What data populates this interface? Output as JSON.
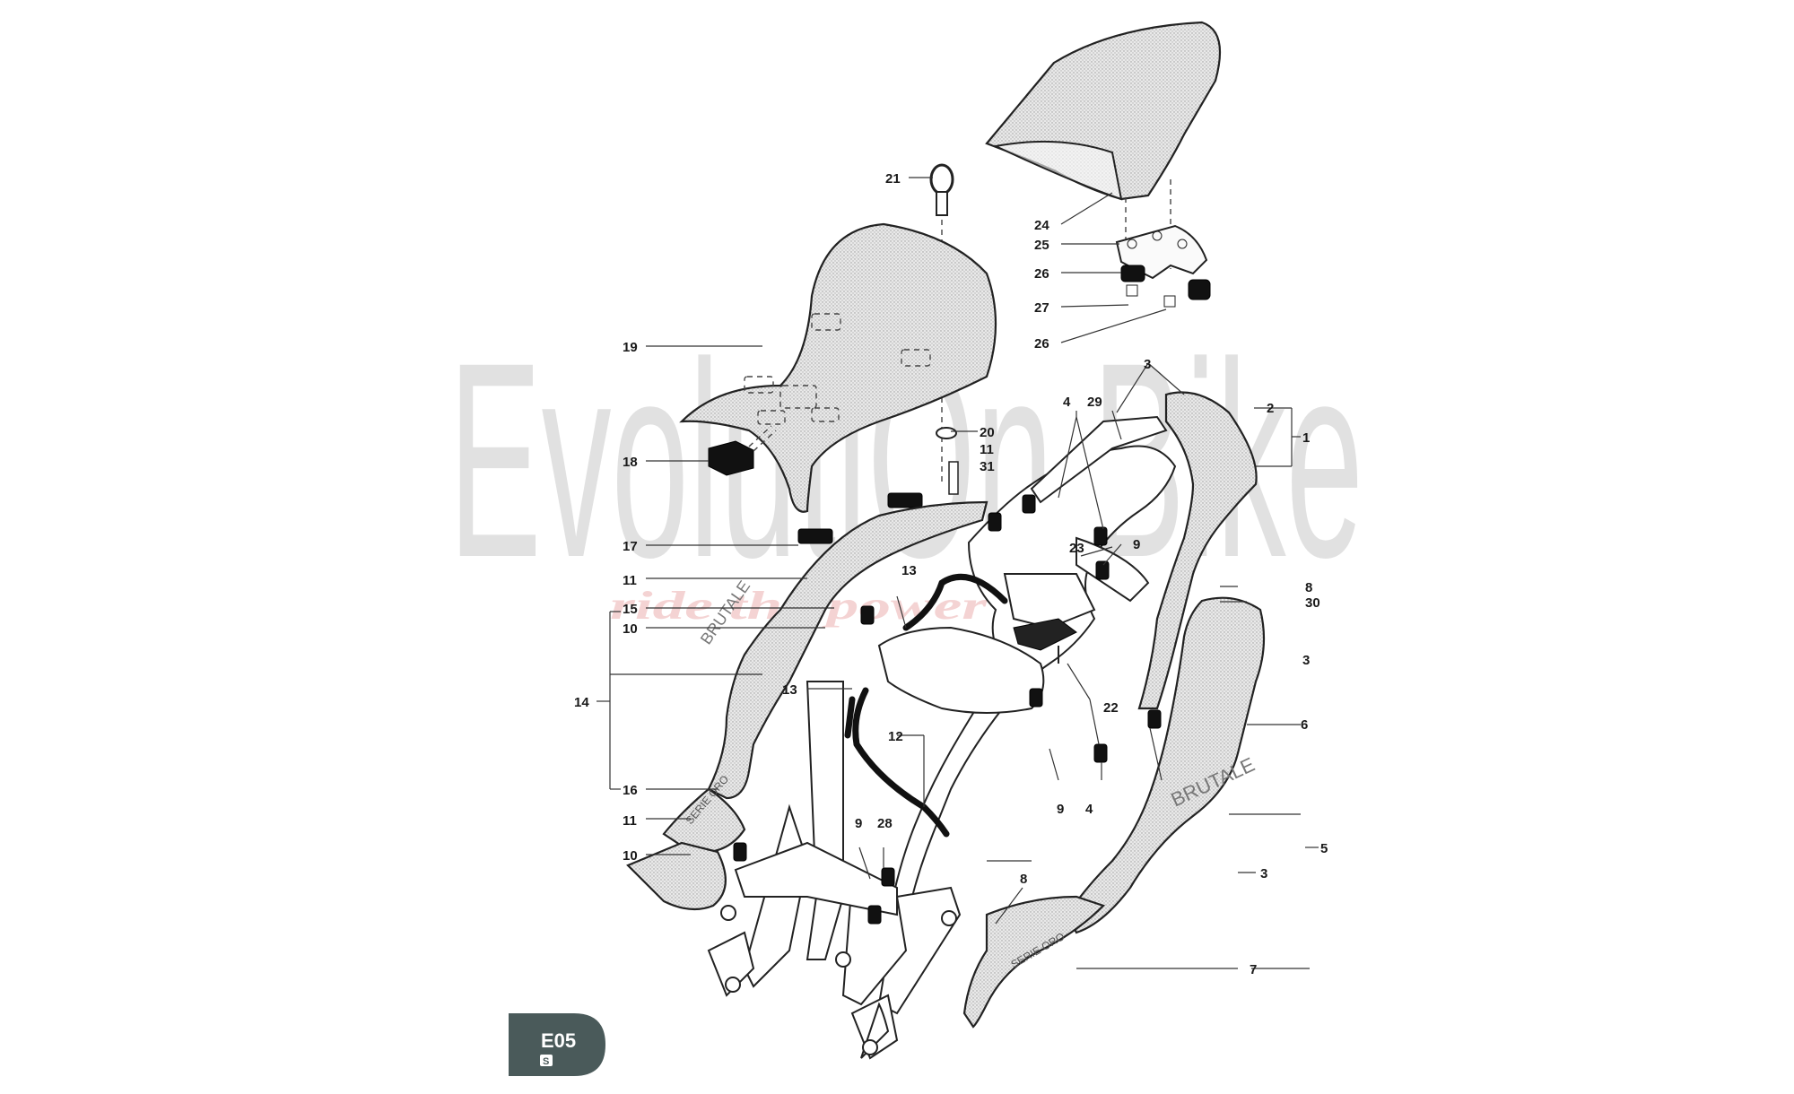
{
  "watermark": {
    "brand": "EvolutiOn Bike",
    "tagline": "ride the power"
  },
  "badge": {
    "code": "E05",
    "sub": "S",
    "color": "#4a5a5a"
  },
  "decals": {
    "brand_script": "BRUTALE",
    "series_text": "SERIE ORO"
  },
  "callouts": [
    {
      "id": "c1",
      "text": "1"
    },
    {
      "id": "c2",
      "text": "2"
    },
    {
      "id": "c3a",
      "text": "3"
    },
    {
      "id": "c3b",
      "text": "3"
    },
    {
      "id": "c3c",
      "text": "3"
    },
    {
      "id": "c4a",
      "text": "4"
    },
    {
      "id": "c4b",
      "text": "4"
    },
    {
      "id": "c5",
      "text": "5"
    },
    {
      "id": "c6",
      "text": "6"
    },
    {
      "id": "c7",
      "text": "7"
    },
    {
      "id": "c8a",
      "text": "8"
    },
    {
      "id": "c8b",
      "text": "8"
    },
    {
      "id": "c9a",
      "text": "9"
    },
    {
      "id": "c9b",
      "text": "9"
    },
    {
      "id": "c9c",
      "text": "9"
    },
    {
      "id": "c10a",
      "text": "10"
    },
    {
      "id": "c10b",
      "text": "10"
    },
    {
      "id": "c11a",
      "text": "11"
    },
    {
      "id": "c11b",
      "text": "11"
    },
    {
      "id": "c11c",
      "text": "11"
    },
    {
      "id": "c12",
      "text": "12"
    },
    {
      "id": "c13a",
      "text": "13"
    },
    {
      "id": "c13b",
      "text": "13"
    },
    {
      "id": "c14",
      "text": "14"
    },
    {
      "id": "c15",
      "text": "15"
    },
    {
      "id": "c16",
      "text": "16"
    },
    {
      "id": "c17",
      "text": "17"
    },
    {
      "id": "c18",
      "text": "18"
    },
    {
      "id": "c19",
      "text": "19"
    },
    {
      "id": "c20",
      "text": "20"
    },
    {
      "id": "c21",
      "text": "21"
    },
    {
      "id": "c22",
      "text": "22"
    },
    {
      "id": "c23",
      "text": "23"
    },
    {
      "id": "c24",
      "text": "24"
    },
    {
      "id": "c25",
      "text": "25"
    },
    {
      "id": "c26a",
      "text": "26"
    },
    {
      "id": "c26b",
      "text": "26"
    },
    {
      "id": "c27",
      "text": "27"
    },
    {
      "id": "c28",
      "text": "28"
    },
    {
      "id": "c29",
      "text": "29"
    },
    {
      "id": "c30",
      "text": "30"
    },
    {
      "id": "c31",
      "text": "31"
    }
  ]
}
